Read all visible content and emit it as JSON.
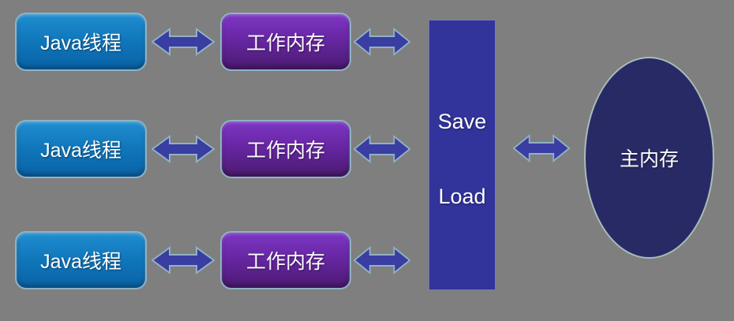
{
  "background": "#7f7f7f",
  "rows": [
    {
      "thread_label": "Java线程",
      "memory_label": "工作内存"
    },
    {
      "thread_label": "Java线程",
      "memory_label": "工作内存"
    },
    {
      "thread_label": "Java线程",
      "memory_label": "工作内存"
    }
  ],
  "bridge": {
    "save_label": "Save",
    "load_label": "Load"
  },
  "main_memory": {
    "label": "主内存"
  },
  "icons": {
    "connector": "double-headed-horizontal-arrow"
  },
  "colors": {
    "background": "#7f7f7f",
    "thread_box_top": "#1f8ed0",
    "thread_box_mid": "#1178bc",
    "thread_box_bottom": "#0a62a6",
    "memory_box_top": "#7d37c3",
    "memory_box_mid": "#6a28a8",
    "memory_box_bottom": "#4b1a70",
    "bridge_bar": "#32339b",
    "main_memory_fill": "#282a66",
    "arrow_fill": "#3a3da1",
    "arrow_stroke": "#8fb2c4",
    "box_border": "#8fb2c4",
    "text": "#ffffff"
  }
}
